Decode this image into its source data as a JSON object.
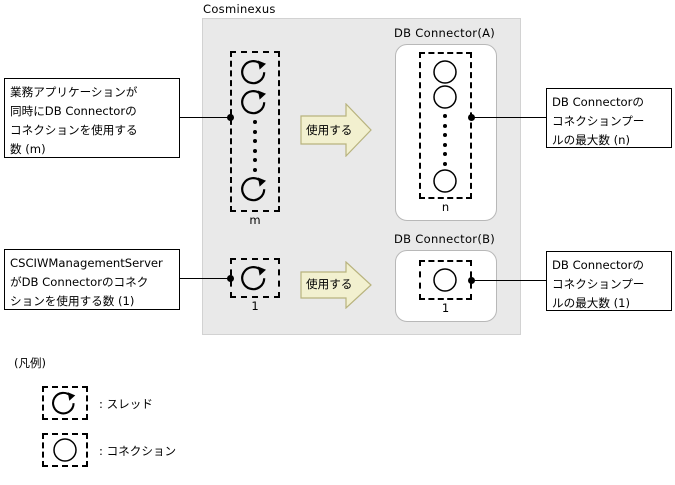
{
  "diagram": {
    "container": {
      "label": "Cosminexus"
    },
    "thread_groups": [
      {
        "id": "app-threads",
        "count_caption": "m",
        "thread_icon_name": "thread-icon",
        "has_ellipsis": true,
        "icon_count": 3
      },
      {
        "id": "management-server-thread",
        "count_caption": "1",
        "thread_icon_name": "thread-icon",
        "has_ellipsis": false,
        "icon_count": 1
      }
    ],
    "connectors": [
      {
        "id": "db-connector-a",
        "title": "DB Connector(A)",
        "count_caption": "n",
        "connection_icon_name": "connection-icon",
        "has_ellipsis": true,
        "icon_count": 3
      },
      {
        "id": "db-connector-b",
        "title": "DB Connector(B)",
        "count_caption": "1",
        "connection_icon_name": "connection-icon",
        "has_ellipsis": false,
        "icon_count": 1
      }
    ],
    "arrows": [
      {
        "id": "arrow-upper",
        "label": "使用する"
      },
      {
        "id": "arrow-lower",
        "label": "使用する"
      }
    ],
    "callouts": {
      "app_threads": "業務アプリケーションが\n同時にDB Connectorの\nコネクションを使用する\n数 (m)",
      "management_server": "CSCIWManagementServer\nがDB Connectorのコネク\nションを使用する数 (1)",
      "pool_max_a": "DB Connectorの\nコネクションプー\nルの最大数 (n)",
      "pool_max_b": "DB Connectorの\nコネクションプー\nルの最大数 (1)"
    }
  },
  "legend": {
    "title": "(凡例)",
    "items": [
      {
        "symbol": "thread-icon",
        "label": ": スレッド"
      },
      {
        "symbol": "connection-icon",
        "label": ": コネクション"
      }
    ]
  },
  "colors": {
    "panel_fill": "#e9e9e9",
    "panel_border": "#d2d2d2",
    "arrow_fill": "#f2f0cf",
    "arrow_border": "#b8b37e",
    "connector_fill": "#ffffff",
    "connector_border": "#b8b8b8",
    "ink": "#000000"
  }
}
